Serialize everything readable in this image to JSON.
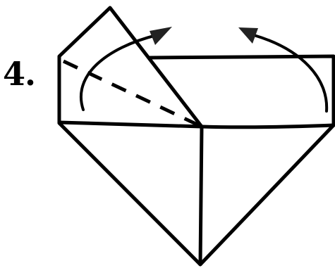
{
  "step": {
    "label": "4."
  },
  "diagram": {
    "kind": "origami-instruction",
    "elements": [
      "left-flap-outline",
      "right-flap-outline",
      "valley-fold-line",
      "left-fold-arrow",
      "right-fold-arrow",
      "lower-triangle-outline",
      "center-crease"
    ]
  },
  "colors": {
    "line": "#000000",
    "arrowhead": "#222222",
    "background": "#ffffff"
  }
}
